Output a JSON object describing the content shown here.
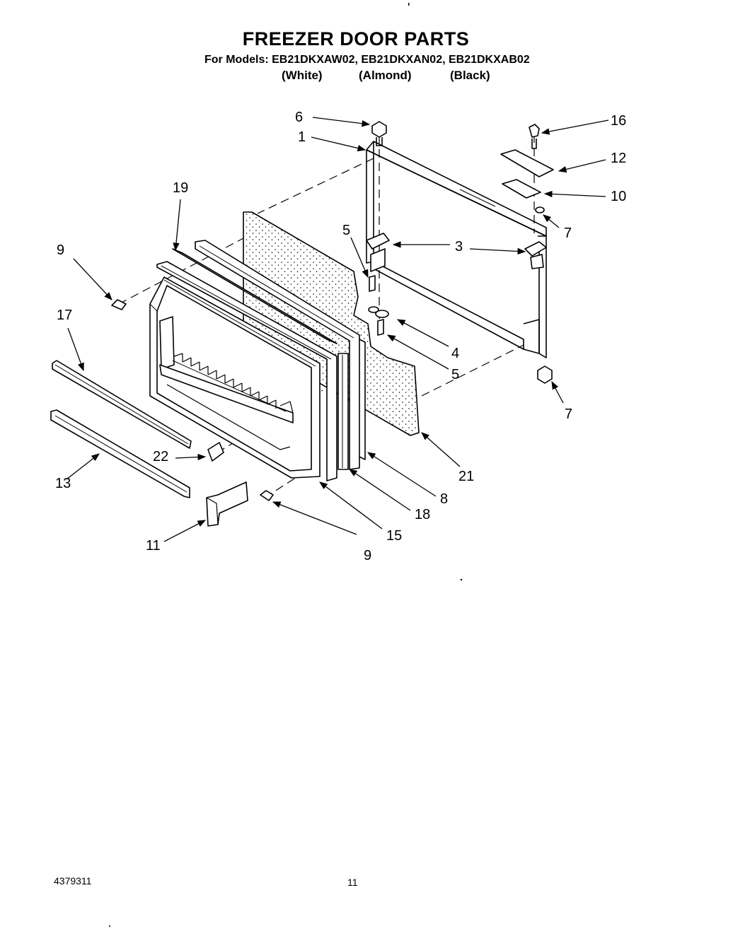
{
  "header": {
    "title": "FREEZER DOOR PARTS",
    "models_line": "For Models: EB21DKXAW02, EB21DKXAN02, EB21DKXAB02",
    "colors": [
      "(White)",
      "(Almond)",
      "(Black)"
    ]
  },
  "callouts": {
    "c6": "6",
    "c1": "1",
    "c16": "16",
    "c12": "12",
    "c10": "10",
    "c7a": "7",
    "c19": "19",
    "c5a": "5",
    "c3": "3",
    "c9a": "9",
    "c17": "17",
    "c4": "4",
    "c5b": "5",
    "c7b": "7",
    "c21": "21",
    "c22": "22",
    "c8": "8",
    "c13": "13",
    "c18": "18",
    "c15": "15",
    "c11": "11",
    "c9b": "9"
  },
  "footer": {
    "doc_number": "4379311",
    "page_number": "11"
  }
}
